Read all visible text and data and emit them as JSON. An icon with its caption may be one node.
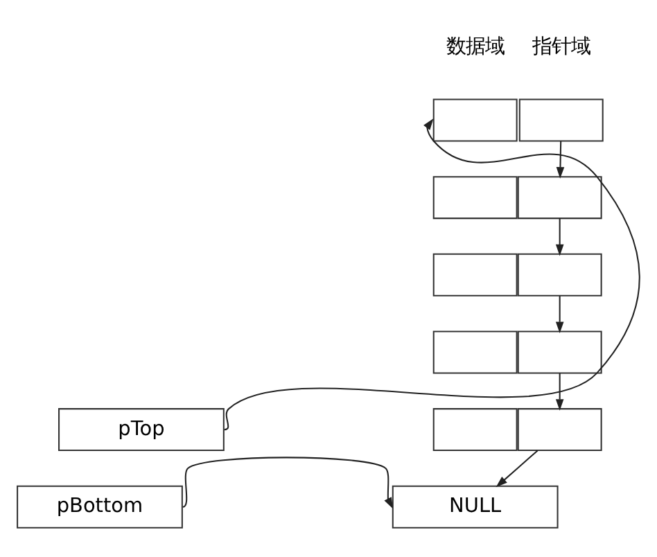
{
  "diagram": {
    "nodes": [
      {
        "text": [],
        "shape": "box"
      },
      {
        "text": [],
        "shape": "box"
      },
      {
        "text": [],
        "shape": "box"
      },
      {
        "text": [],
        "shape": "box"
      },
      {
        "text": [],
        "shape": "box"
      },
      {
        "text": [],
        "shape": "box"
      },
      {
        "text": [],
        "shape": "box"
      },
      {
        "text": [],
        "shape": "box"
      },
      {
        "text": [],
        "shape": "box"
      },
      {
        "text": [],
        "shape": "box"
      },
      {
        "text": [
          "pTop"
        ]
      },
      {
        "text": [
          "pBottom"
        ]
      },
      {
        "text": [
          "NULL"
        ]
      }
    ],
    "edges": [
      {
        "from": 10,
        "to": 0,
        "arrow": "to"
      },
      {
        "from": 1,
        "to": 3,
        "arrow": "to"
      },
      {
        "from": 3,
        "to": 5,
        "arrow": "to"
      },
      {
        "from": 5,
        "to": 7,
        "arrow": "to"
      },
      {
        "from": 7,
        "to": 9,
        "arrow": "to"
      },
      {
        "from": 9,
        "to": 12,
        "arrow": "to"
      },
      {
        "from": 11,
        "to": 12,
        "arrow": "to"
      }
    ],
    "labels": [
      "数据域",
      "指针域"
    ]
  }
}
